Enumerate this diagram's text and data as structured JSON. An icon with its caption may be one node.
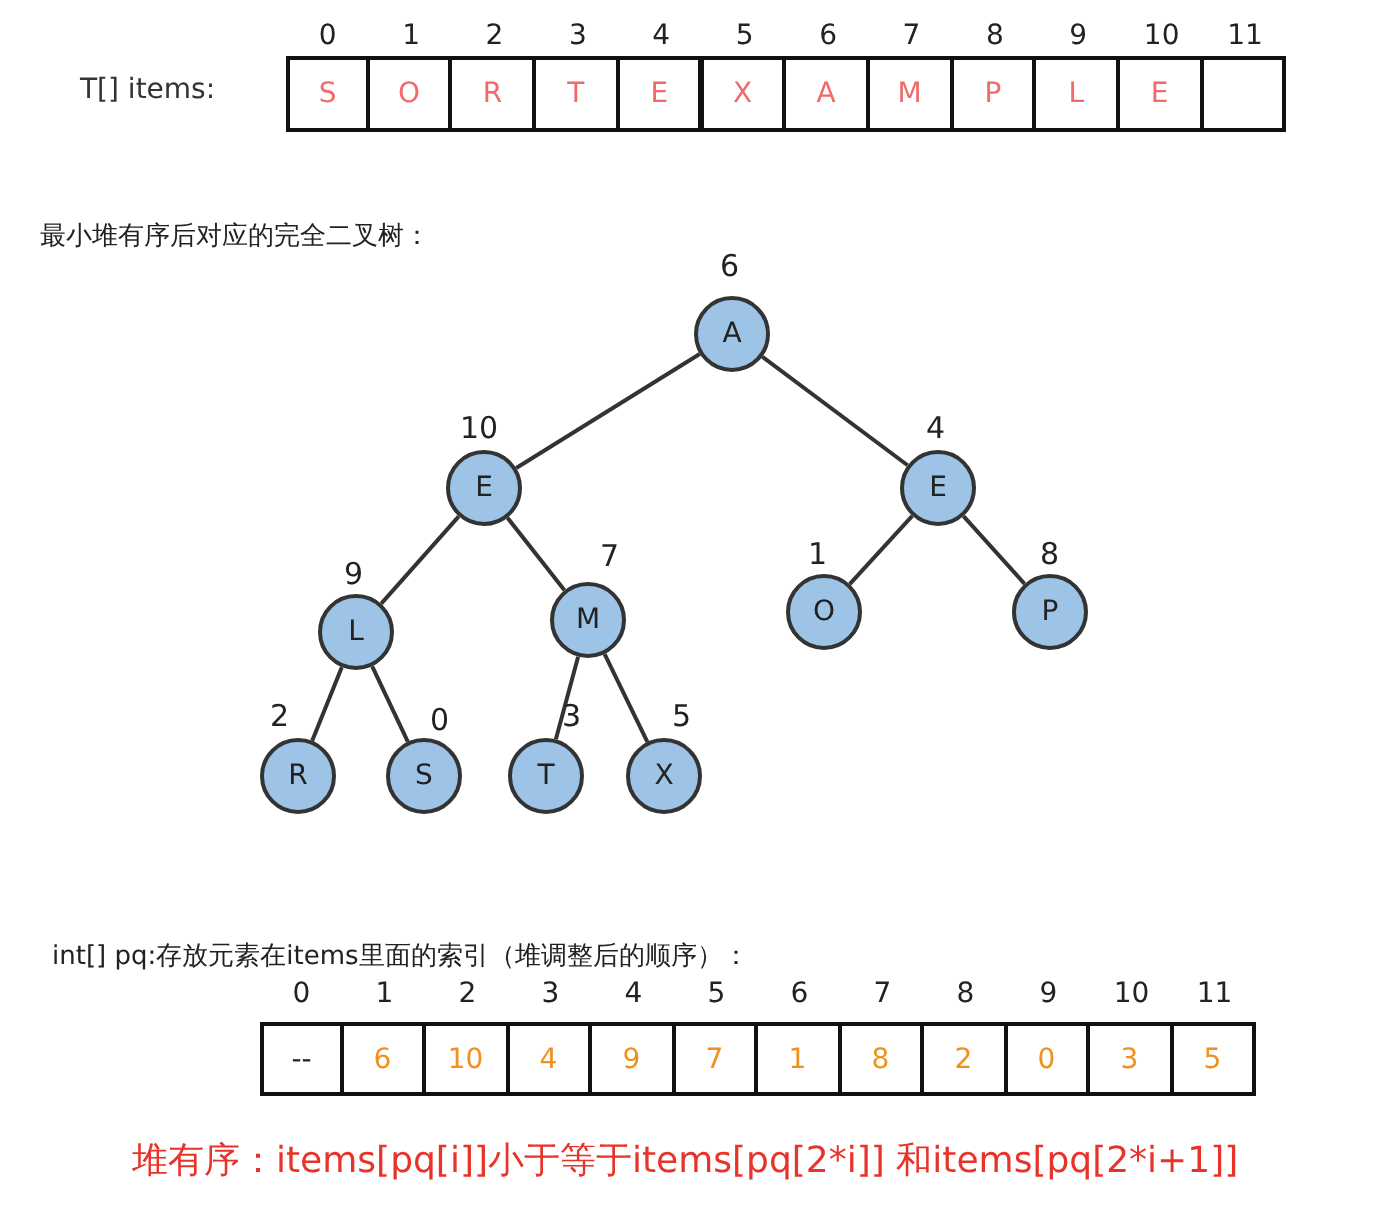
{
  "diagram": {
    "nodes": [
      {
        "text": [
          "A"
        ],
        "beside": [
          "6"
        ]
      },
      {
        "text": [
          "E"
        ],
        "beside": [
          "10"
        ]
      },
      {
        "text": [
          "E"
        ],
        "beside": [
          "4"
        ]
      },
      {
        "text": [
          "L"
        ],
        "beside": [
          "9"
        ]
      },
      {
        "text": [
          "M"
        ],
        "beside": [
          "7"
        ]
      },
      {
        "text": [
          "O"
        ],
        "beside": [
          "1"
        ]
      },
      {
        "text": [
          "P"
        ],
        "beside": [
          "8"
        ]
      },
      {
        "text": [
          "R"
        ],
        "beside": [
          "2"
        ]
      },
      {
        "text": [
          "S"
        ],
        "beside": [
          "0"
        ]
      },
      {
        "text": [
          "T"
        ],
        "beside": [
          "3"
        ]
      },
      {
        "text": [
          "X"
        ],
        "beside": [
          "5"
        ]
      }
    ],
    "edges": [
      {
        "from": 0,
        "to": 1,
        "arrow": "none"
      },
      {
        "from": 0,
        "to": 2,
        "arrow": "none"
      },
      {
        "from": 1,
        "to": 3,
        "arrow": "none"
      },
      {
        "from": 1,
        "to": 4,
        "arrow": "none"
      },
      {
        "from": 2,
        "to": 5,
        "arrow": "none"
      },
      {
        "from": 2,
        "to": 6,
        "arrow": "none"
      },
      {
        "from": 3,
        "to": 7,
        "arrow": "none"
      },
      {
        "from": 3,
        "to": 8,
        "arrow": "none"
      },
      {
        "from": 4,
        "to": 9,
        "arrow": "none"
      },
      {
        "from": 4,
        "to": 10,
        "arrow": "none"
      }
    ],
    "labels": [
      "0",
      "1",
      "2",
      "3",
      "4",
      "5",
      "6",
      "7",
      "8",
      "9",
      "10",
      "11",
      "T[] items:",
      "S",
      "O",
      "R",
      "T",
      "E",
      "X",
      "A",
      "M",
      "P",
      "L",
      "E",
      "最小堆有序后对应的完全二叉树：",
      "int[] pq:存放元素在items里面的索引（堆调整后的顺序）：",
      "0",
      "1",
      "2",
      "3",
      "4",
      "5",
      "6",
      "7",
      "8",
      "9",
      "10",
      "11",
      "--",
      "6",
      "10",
      "4",
      "9",
      "7",
      "1",
      "8",
      "2",
      "0",
      "3",
      "5",
      "堆有序：items[pq[i]]小于等于items[pq[2*i]] 和items[pq[2*i+1]]"
    ]
  }
}
